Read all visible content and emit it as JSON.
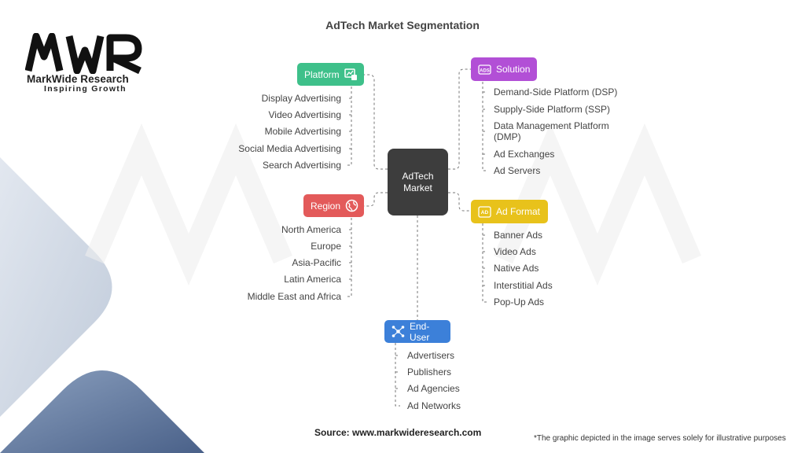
{
  "title": "AdTech Market Segmentation",
  "logo": {
    "mark": "MWR",
    "name": "MarkWide Research",
    "tagline": "Inspiring Growth"
  },
  "center": {
    "line1": "AdTech",
    "line2": "Market"
  },
  "segments": {
    "platform": {
      "label": "Platform",
      "color": "#3ec08a",
      "icon": "platform-icon",
      "items": [
        "Display Advertising",
        "Video Advertising",
        "Mobile Advertising",
        "Social Media Advertising",
        "Search Advertising"
      ]
    },
    "solution": {
      "label": "Solution",
      "color": "#b24fd6",
      "icon": "ads-icon",
      "items": [
        "Demand-Side Platform (DSP)",
        "Supply-Side Platform (SSP)",
        "Data Management Platform (DMP)",
        "Ad Exchanges",
        "Ad Servers"
      ]
    },
    "region": {
      "label": "Region",
      "color": "#e35a5a",
      "icon": "globe-icon",
      "items": [
        "North America",
        "Europe",
        "Asia-Pacific",
        "Latin America",
        "Middle East and Africa"
      ]
    },
    "ad_format": {
      "label": "Ad Format",
      "color": "#e8c21b",
      "icon": "ad-format-icon",
      "items": [
        "Banner Ads",
        "Video Ads",
        "Native Ads",
        "Interstitial Ads",
        "Pop-Up Ads"
      ]
    },
    "end_user": {
      "label": "End-User",
      "color": "#3c80d9",
      "icon": "network-icon",
      "items": [
        "Advertisers",
        "Publishers",
        "Ad Agencies",
        "Ad Networks"
      ]
    }
  },
  "source": "Source: www.markwideresearch.com",
  "note": "*The graphic depicted in the image serves solely for illustrative purposes"
}
